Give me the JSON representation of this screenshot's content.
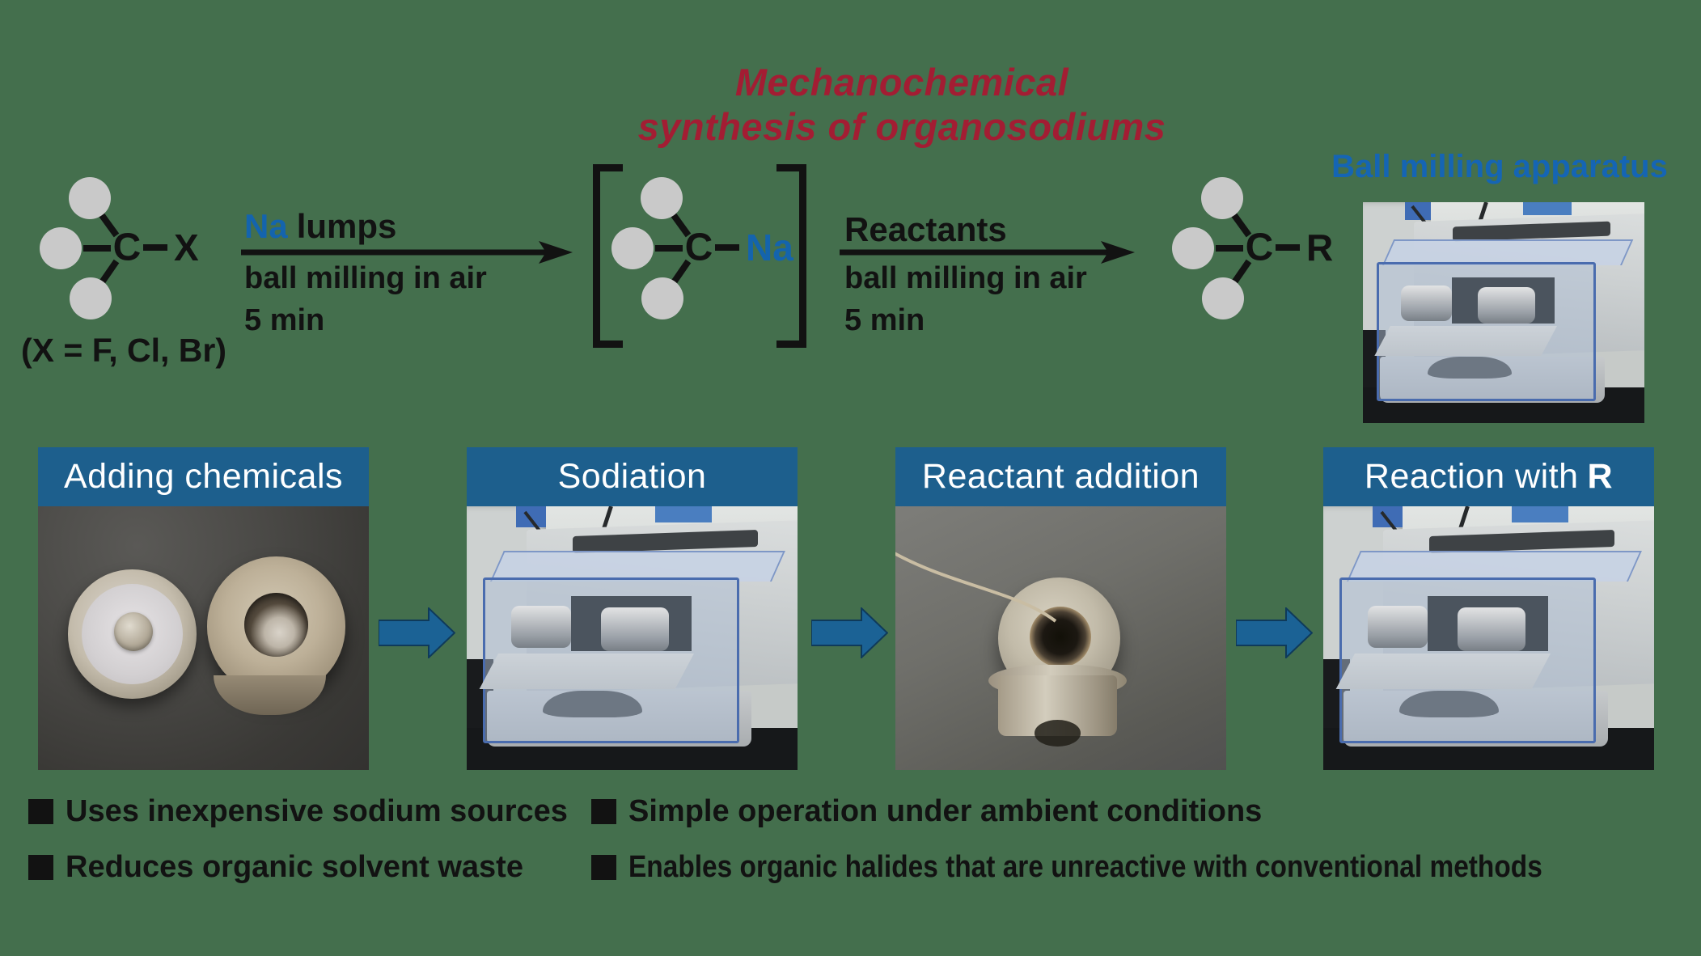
{
  "title": {
    "line1": "Mechanochemical",
    "line2": "synthesis of organosodiums"
  },
  "scheme": {
    "reactant": {
      "center": "C",
      "substituent": "X"
    },
    "intermediate": {
      "center": "C",
      "substituent": "Na"
    },
    "product": {
      "center": "C",
      "substituent": "R"
    },
    "x_definition": "(X = F, Cl, Br)",
    "step1": {
      "reagent_highlight": "Na",
      "reagent_rest": "lumps",
      "condition1": "ball milling in air",
      "condition2": "5 min"
    },
    "step2": {
      "reagent": "Reactants",
      "condition1": "ball milling in air",
      "condition2": "5 min"
    },
    "apparatus_caption": "Ball milling apparatus"
  },
  "process_panels": [
    {
      "title": "Adding chemicals"
    },
    {
      "title": "Sodiation"
    },
    {
      "title": "Reactant addition"
    },
    {
      "title": "Reaction with",
      "title_emphasis": "R"
    }
  ],
  "highlights": {
    "left": [
      "Uses inexpensive sodium sources",
      "Reduces organic solvent waste"
    ],
    "right": [
      "Simple operation under ambient conditions",
      "Enables organic halides that are unreactive with conventional methods"
    ]
  },
  "colors": {
    "background_green": "#446F4D",
    "title_red": "#A31D33",
    "sodium_blue": "#1464AD",
    "caption_blue": "#1565B4",
    "panel_header_blue": "#1D5F8D",
    "flow_arrow_blue": "#1B6295",
    "text_black": "#121212"
  }
}
